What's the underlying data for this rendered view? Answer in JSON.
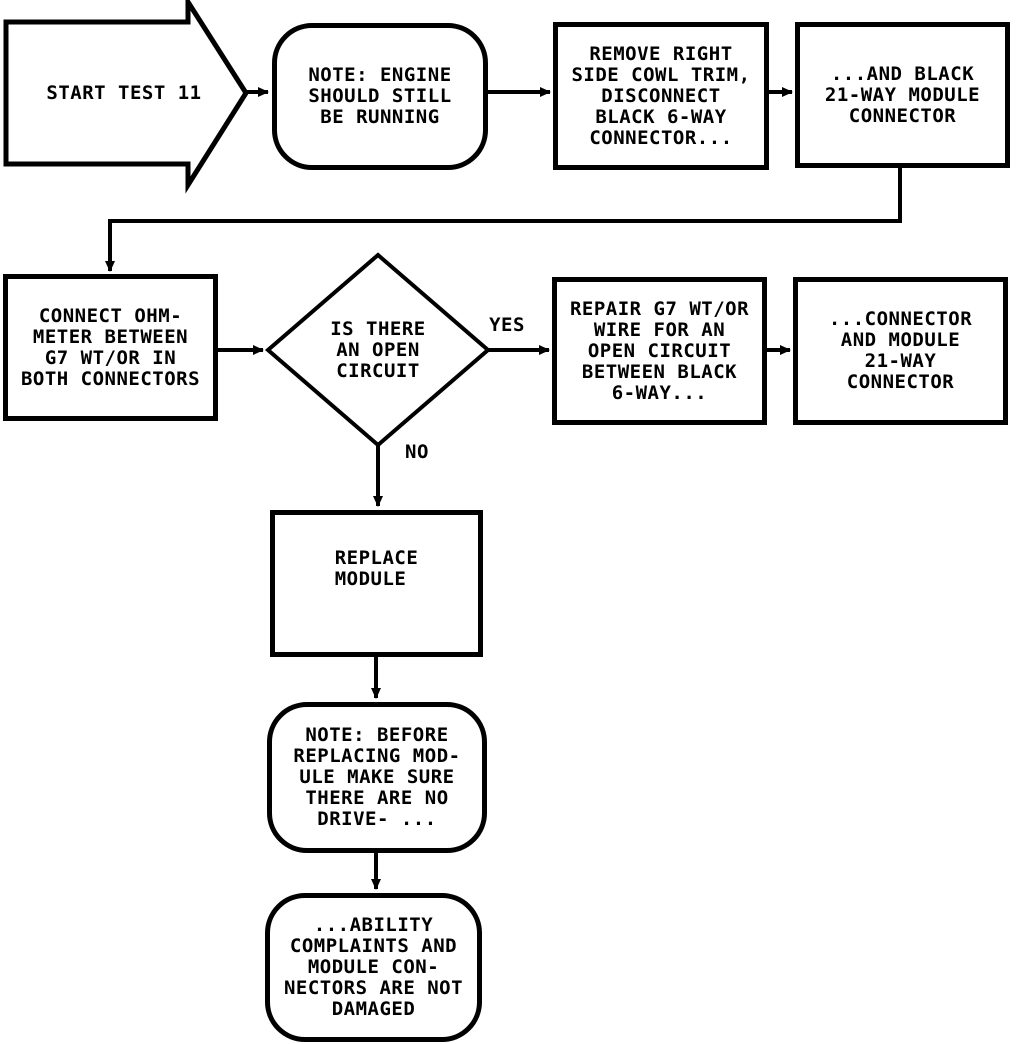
{
  "diagram": {
    "type": "flowchart",
    "colors": {
      "ink": "#000000",
      "background": "#ffffff"
    },
    "start": {
      "label": "START TEST 11"
    },
    "nodes": {
      "engine_note": "NOTE: ENGINE\nSHOULD STILL\nBE RUNNING",
      "remove_cowl": "REMOVE RIGHT\nSIDE COWL TRIM,\nDISCONNECT\nBLACK 6-WAY\nCONNECTOR...",
      "black_21way": "...AND BLACK\n21-WAY MODULE\nCONNECTOR",
      "connect_ohmmeter": "CONNECT OHM-\nMETER BETWEEN\nG7 WT/OR IN\nBOTH CONNECTORS",
      "decision_open_circuit": "IS THERE\nAN OPEN\nCIRCUIT",
      "repair_wire": "REPAIR G7 WT/OR\nWIRE FOR AN\nOPEN CIRCUIT\nBETWEEN BLACK\n6-WAY...",
      "connector_module": "...CONNECTOR\nAND MODULE\n21-WAY\nCONNECTOR",
      "replace_module": "REPLACE\nMODULE",
      "note_before_replacing": "NOTE: BEFORE\nREPLACING MOD-\nULE MAKE SURE\nTHERE ARE NO\nDRIVE- ...",
      "ability_complaints": "...ABILITY\nCOMPLAINTS AND\nMODULE CON-\nNECTORS ARE NOT\nDAMAGED"
    },
    "edge_labels": {
      "yes": "YES",
      "no": "NO"
    }
  }
}
